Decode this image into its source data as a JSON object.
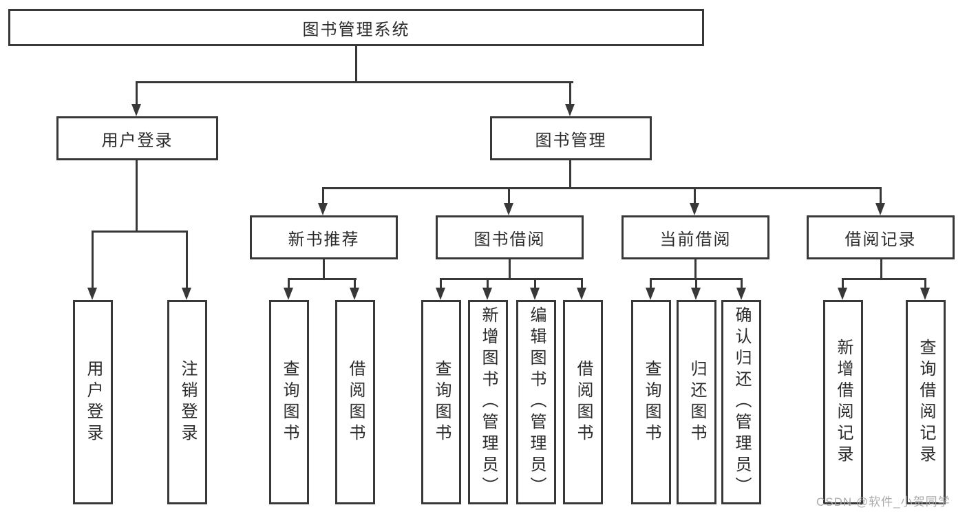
{
  "diagram": {
    "type": "tree",
    "title": "图书管理系统",
    "level2": [
      {
        "id": "user-login",
        "label": "用户登录",
        "parent": "图书管理系统"
      },
      {
        "id": "book-management",
        "label": "图书管理",
        "parent": "图书管理系统"
      }
    ],
    "level3": [
      {
        "id": "new-book-recommend",
        "label": "新书推荐",
        "parent": "图书管理"
      },
      {
        "id": "book-borrow",
        "label": "图书借阅",
        "parent": "图书管理"
      },
      {
        "id": "current-borrow",
        "label": "当前借阅",
        "parent": "图书管理"
      },
      {
        "id": "borrow-records",
        "label": "借阅记录",
        "parent": "图书管理"
      }
    ],
    "leaves": [
      {
        "label": "用户登录",
        "parent": "用户登录"
      },
      {
        "label": "注销登录",
        "parent": "用户登录"
      },
      {
        "label": "查询图书",
        "parent": "新书推荐"
      },
      {
        "label": "借阅图书",
        "parent": "新书推荐"
      },
      {
        "label": "查询图书",
        "parent": "图书借阅"
      },
      {
        "label": "新增图书（管理员）",
        "parent": "图书借阅"
      },
      {
        "label": "编辑图书（管理员）",
        "parent": "图书借阅"
      },
      {
        "label": "借阅图书",
        "parent": "图书借阅"
      },
      {
        "label": "查询图书",
        "parent": "当前借阅"
      },
      {
        "label": "归还图书",
        "parent": "当前借阅"
      },
      {
        "label": "确认归还（管理员）",
        "parent": "当前借阅"
      },
      {
        "label": "新增借阅记录",
        "parent": "借阅记录"
      },
      {
        "label": "查询借阅记录",
        "parent": "借阅记录"
      }
    ]
  },
  "watermark": {
    "text": "CSDN @软件_小贺同学"
  },
  "colors": {
    "line": "#383838",
    "box_border": "#383838",
    "text": "#2b2b2b",
    "watermark": "#a8a6a6",
    "background": "#ffffff"
  }
}
